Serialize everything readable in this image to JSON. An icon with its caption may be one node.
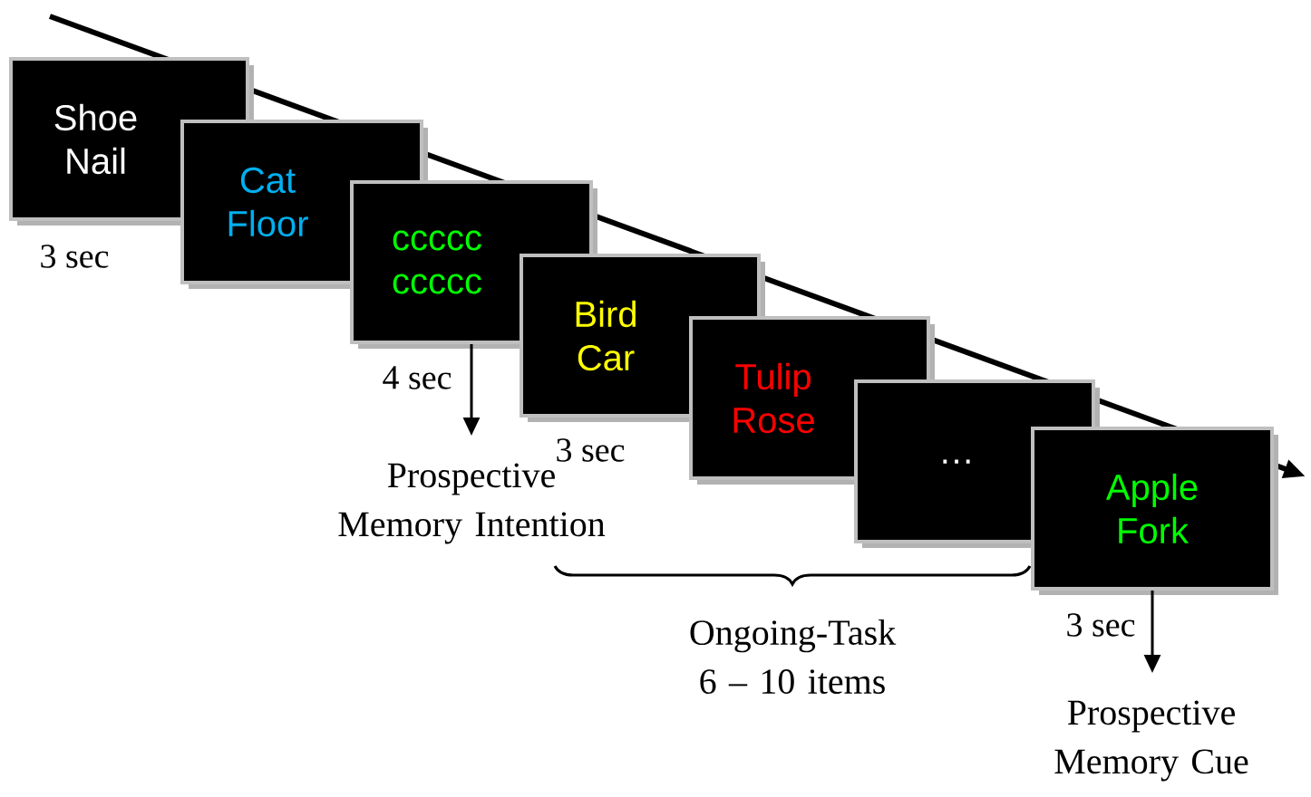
{
  "diagram": {
    "nodes": [
      {
        "text": [
          "Shoe Nail"
        ],
        "beside": [
          "3 sec"
        ]
      },
      {
        "text": [
          "Cat Floor"
        ]
      },
      {
        "text": [
          "ccccc ccccc"
        ],
        "beside": [
          "4 sec"
        ]
      },
      {
        "text": [
          "Bird Car"
        ],
        "beside": [
          "3 sec"
        ]
      },
      {
        "text": [
          "Tulip Rose"
        ]
      },
      {
        "text": [
          "…"
        ]
      },
      {
        "text": [
          "Apple Fork"
        ],
        "beside": [
          "3 sec"
        ]
      },
      {
        "text": [
          "Prospective Memory Intention"
        ]
      },
      {
        "text": [
          "Prospective Memory Cue"
        ]
      }
    ],
    "edges": [
      {
        "from": 2,
        "to": 7,
        "arrow": "to"
      },
      {
        "from": 6,
        "to": 8,
        "arrow": "to"
      }
    ],
    "labels": [
      "Ongoing-Task 6 – 10 items"
    ]
  }
}
